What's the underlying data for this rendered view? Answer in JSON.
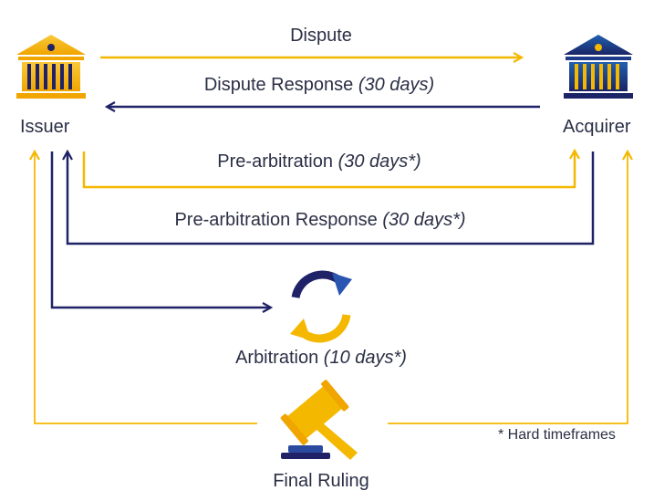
{
  "parties": {
    "issuer": {
      "label": "Issuer",
      "icon": "bank-icon"
    },
    "acquirer": {
      "label": "Acquirer",
      "icon": "bank-icon"
    }
  },
  "flows": {
    "dispute": {
      "label": "Dispute",
      "timeframe": ""
    },
    "dispute_response": {
      "label": "Dispute Response",
      "timeframe": "(30 days)"
    },
    "pre_arbitration": {
      "label": "Pre-arbitration",
      "timeframe": "(30 days*)"
    },
    "pre_arbitration_response": {
      "label": "Pre-arbitration Response",
      "timeframe": "(30 days*)"
    }
  },
  "arbitration": {
    "label": "Arbitration",
    "timeframe": "(10 days*)",
    "icon": "refresh-cycle-icon"
  },
  "final_ruling": {
    "label": "Final Ruling",
    "icon": "gavel-icon"
  },
  "footnote": "* Hard timeframes",
  "colors": {
    "gold": "#f5b800",
    "navy": "#1f2266",
    "text": "#2a2f45"
  }
}
